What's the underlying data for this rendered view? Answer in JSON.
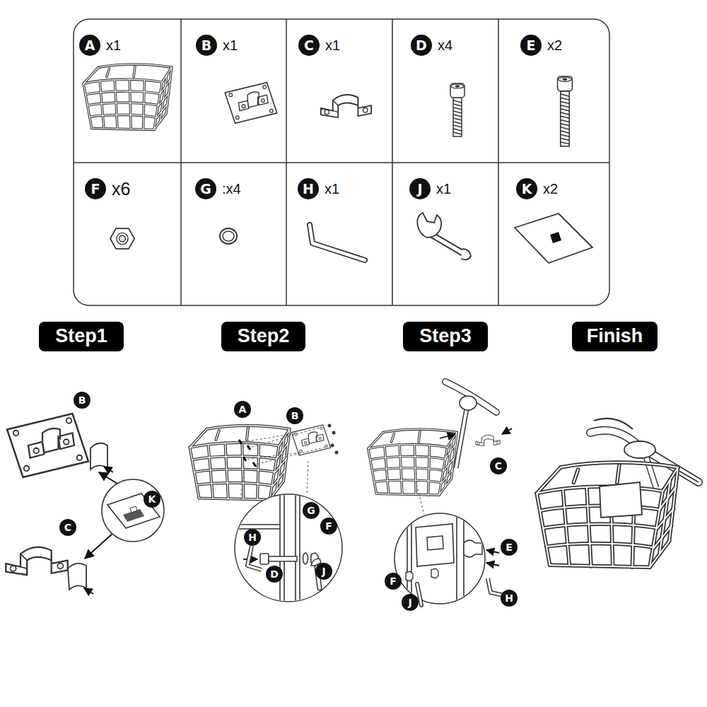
{
  "diagram": {
    "nodes": [
      {
        "text": [
          "x1"
        ]
      },
      {
        "text": [
          "A"
        ],
        "in": 0
      },
      {
        "text": [
          "x1"
        ]
      },
      {
        "text": [
          "B"
        ],
        "in": 2
      },
      {
        "text": [
          "x1"
        ]
      },
      {
        "text": [
          "C"
        ],
        "in": 4
      },
      {
        "text": [
          "x4"
        ]
      },
      {
        "text": [
          "D"
        ],
        "in": 6
      },
      {
        "text": [
          "x2"
        ]
      },
      {
        "text": [
          "E"
        ],
        "in": 8
      },
      {
        "text": [
          "x6"
        ]
      },
      {
        "text": [
          "F"
        ],
        "in": 10
      },
      {
        "text": [
          ":x4"
        ]
      },
      {
        "text": [
          "G"
        ],
        "in": 12
      },
      {
        "text": [
          "x1"
        ]
      },
      {
        "text": [
          "H"
        ],
        "in": 14
      },
      {
        "text": [
          "x1"
        ]
      },
      {
        "text": [
          "J"
        ],
        "in": 16
      },
      {
        "text": [
          "x2"
        ]
      },
      {
        "text": [
          "K"
        ],
        "in": 18
      },
      {
        "text": [
          "Step1"
        ]
      },
      {
        "text": [
          "Step2"
        ]
      },
      {
        "text": [
          "Step3"
        ]
      },
      {
        "text": [
          "Finish"
        ]
      },
      {
        "text": [
          "B"
        ]
      },
      {
        "text": [
          "K"
        ]
      },
      {
        "text": [
          "C"
        ]
      },
      {
        "text": [
          "A"
        ]
      },
      {
        "text": [
          "B"
        ]
      },
      {
        "text": [
          "G"
        ]
      },
      {
        "text": [
          "F"
        ]
      },
      {
        "text": [
          "H"
        ]
      },
      {
        "text": [
          "D"
        ]
      },
      {
        "text": [
          "J"
        ]
      },
      {
        "text": [
          "C"
        ]
      },
      {
        "text": [
          "E"
        ]
      },
      {
        "text": [
          "F"
        ]
      },
      {
        "text": [
          "J"
        ]
      },
      {
        "text": [
          "H"
        ]
      }
    ]
  }
}
